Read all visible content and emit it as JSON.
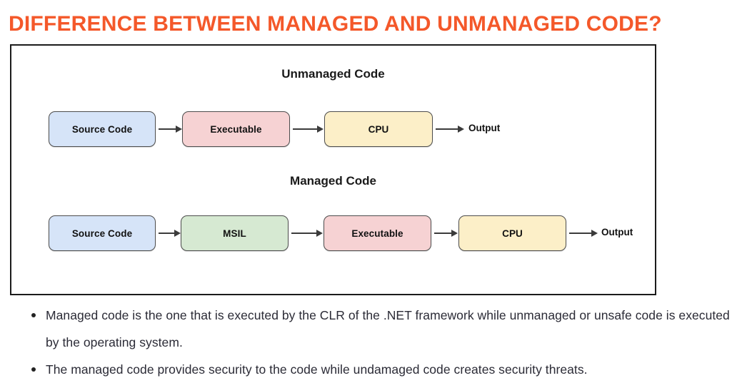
{
  "page": {
    "title": "DIFFERENCE BETWEEN MANAGED AND UNMANAGED CODE?",
    "title_color": "#f4582a",
    "background_color": "#ffffff"
  },
  "diagram": {
    "frame_border_color": "#1b1b1b",
    "sections": [
      {
        "heading": "Unmanaged Code",
        "nodes": [
          {
            "label": "Source Code",
            "fill": "#d6e4f8"
          },
          {
            "label": "Executable",
            "fill": "#f6d2d3"
          },
          {
            "label": "CPU",
            "fill": "#fcefc8"
          }
        ],
        "output_label": "Output"
      },
      {
        "heading": "Managed Code",
        "nodes": [
          {
            "label": "Source Code",
            "fill": "#d6e4f8"
          },
          {
            "label": "MSIL",
            "fill": "#d6e9d2"
          },
          {
            "label": "Executable",
            "fill": "#f6d2d3"
          },
          {
            "label": "CPU",
            "fill": "#fcefc8"
          }
        ],
        "output_label": "Output"
      }
    ],
    "arrow_color": "#3b3b3b"
  },
  "bullets": [
    "Managed code is the one that is executed by the CLR of the .NET framework while unmanaged or unsafe code is executed by the operating system.",
    "The managed code provides security to the code while undamaged code creates security threats."
  ]
}
